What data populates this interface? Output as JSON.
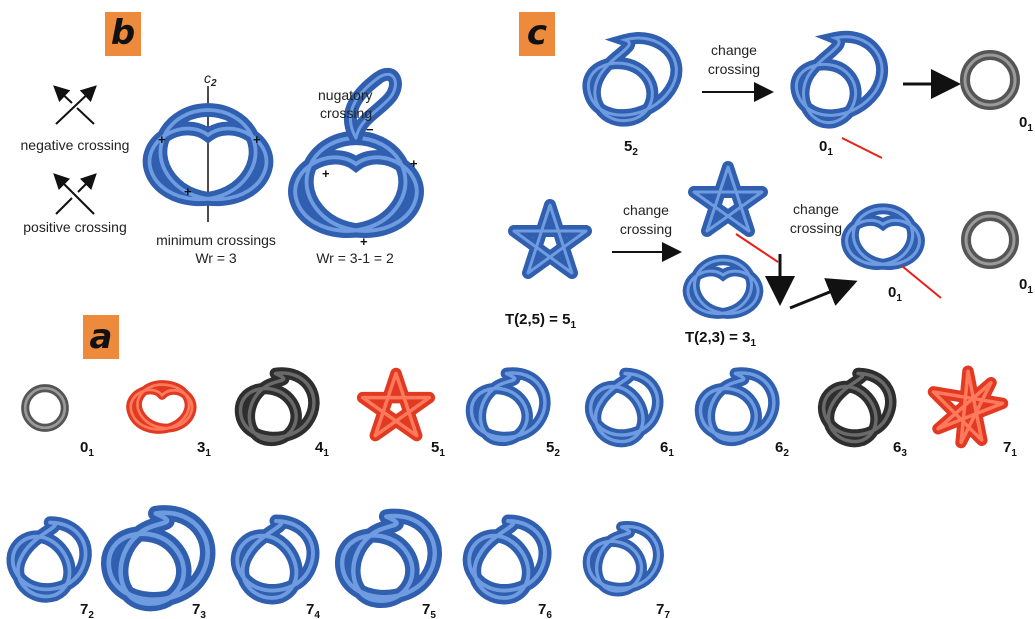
{
  "panels": {
    "a": {
      "badge": "a"
    },
    "b": {
      "badge": "b",
      "negative_label": "negative crossing",
      "positive_label": "positive crossing",
      "axis_label": "c",
      "axis_sub": "2",
      "min_label": "minimum crossings",
      "wr_left": "Wr = 3",
      "nugatory_line1": "nugatory",
      "nugatory_line2": "crossing",
      "wr_right": "Wr = 3-1 = 2",
      "plus": "+",
      "minus": "−"
    },
    "c": {
      "badge": "c",
      "change_line1": "change",
      "change_line2": "crossing",
      "row1": [
        {
          "main": "5",
          "sub": "2"
        },
        {
          "main": "0",
          "sub": "1"
        },
        {
          "main": "0",
          "sub": "1"
        }
      ],
      "row2": [
        {
          "text": "T(2,5) = 5",
          "sub": "1"
        },
        {
          "text": "T(2,3) = 3",
          "sub": "1"
        },
        {
          "main": "0",
          "sub": "1"
        },
        {
          "main": "0",
          "sub": "1"
        }
      ]
    }
  },
  "knots_row1": [
    {
      "main": "0",
      "sub": "1",
      "color": "gray"
    },
    {
      "main": "3",
      "sub": "1",
      "color": "red"
    },
    {
      "main": "4",
      "sub": "1",
      "color": "black"
    },
    {
      "main": "5",
      "sub": "1",
      "color": "red"
    },
    {
      "main": "5",
      "sub": "2",
      "color": "blue"
    },
    {
      "main": "6",
      "sub": "1",
      "color": "blue"
    },
    {
      "main": "6",
      "sub": "2",
      "color": "blue"
    },
    {
      "main": "6",
      "sub": "3",
      "color": "black"
    },
    {
      "main": "7",
      "sub": "1",
      "color": "red"
    }
  ],
  "knots_row2": [
    {
      "main": "7",
      "sub": "2",
      "color": "blue"
    },
    {
      "main": "7",
      "sub": "3",
      "color": "blue"
    },
    {
      "main": "7",
      "sub": "4",
      "color": "blue"
    },
    {
      "main": "7",
      "sub": "5",
      "color": "blue"
    },
    {
      "main": "7",
      "sub": "6",
      "color": "blue"
    },
    {
      "main": "7",
      "sub": "7",
      "color": "blue"
    }
  ],
  "colors": {
    "badge": "#ee8a3c",
    "blue": "#2f5fae",
    "blue_highlight": "#6f9be0",
    "red": "#e23a22",
    "red_highlight": "#ff7a5c",
    "black": "#2e2e2e",
    "black_highlight": "#6a6a6a",
    "gray": "#555555",
    "gray_highlight": "#9a9a9a",
    "pointer": "#e8201a"
  }
}
